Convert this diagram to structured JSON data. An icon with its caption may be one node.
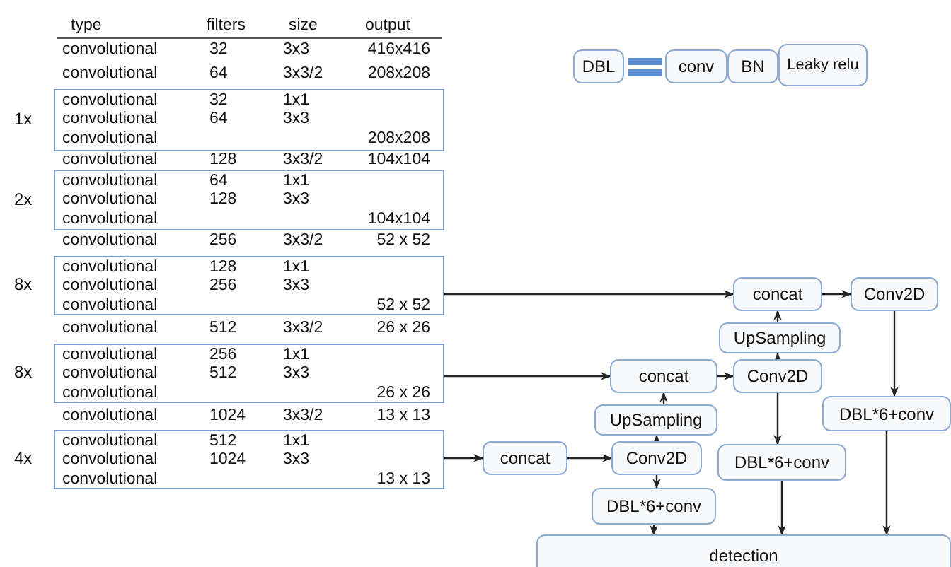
{
  "diagram": {
    "nodes": [
      {
        "text": [
          "DBL"
        ]
      },
      {
        "text": [
          "conv"
        ]
      },
      {
        "text": [
          "BN"
        ]
      },
      {
        "text": [
          "Leaky relu"
        ]
      },
      {
        "text": [
          "convolutional",
          "32",
          "1x1",
          "convolutional",
          "64",
          "3x3",
          "convolutional",
          "208x208"
        ],
        "beside": [
          "1x"
        ]
      },
      {
        "text": [
          "convolutional",
          "64",
          "1x1",
          "convolutional",
          "128",
          "3x3",
          "convolutional",
          "104x104"
        ],
        "beside": [
          "2x"
        ]
      },
      {
        "text": [
          "convolutional",
          "128",
          "1x1",
          "convolutional",
          "256",
          "3x3",
          "convolutional",
          "52 x 52"
        ],
        "beside": [
          "8x"
        ]
      },
      {
        "text": [
          "convolutional",
          "256",
          "1x1",
          "convolutional",
          "512",
          "3x3",
          "convolutional",
          "26 x 26"
        ],
        "beside": [
          "8x"
        ]
      },
      {
        "text": [
          "convolutional",
          "512",
          "1x1",
          "convolutional",
          "1024",
          "3x3",
          "convolutional",
          "13 x 13"
        ],
        "beside": [
          "4x"
        ]
      },
      {
        "text": [
          "concat"
        ]
      },
      {
        "text": [
          "Conv2D"
        ]
      },
      {
        "text": [
          "UpSampling"
        ]
      },
      {
        "text": [
          "concat"
        ]
      },
      {
        "text": [
          "Conv2D"
        ]
      },
      {
        "text": [
          "DBL*6+conv"
        ]
      },
      {
        "text": [
          "UpSampling"
        ]
      },
      {
        "text": [
          "concat"
        ]
      },
      {
        "text": [
          "Conv2D"
        ]
      },
      {
        "text": [
          "DBL*6+conv"
        ]
      },
      {
        "text": [
          "DBL*6+conv"
        ]
      },
      {
        "text": [
          "detection"
        ]
      }
    ],
    "edges": [
      {
        "from": 6,
        "to": 9,
        "arrow": "to"
      },
      {
        "from": 9,
        "to": 10,
        "arrow": "to"
      },
      {
        "from": 10,
        "to": 14,
        "arrow": "to"
      },
      {
        "from": 14,
        "to": 20,
        "arrow": "to"
      },
      {
        "from": 7,
        "to": 12,
        "arrow": "to"
      },
      {
        "from": 12,
        "to": 13,
        "arrow": "to"
      },
      {
        "from": 13,
        "to": 11,
        "arrow": "to"
      },
      {
        "from": 11,
        "to": 9,
        "arrow": "to"
      },
      {
        "from": 13,
        "to": 18,
        "arrow": "to"
      },
      {
        "from": 18,
        "to": 20,
        "arrow": "to"
      },
      {
        "from": 8,
        "to": 16,
        "arrow": "to"
      },
      {
        "from": 16,
        "to": 17,
        "arrow": "to"
      },
      {
        "from": 17,
        "to": 15,
        "arrow": "to"
      },
      {
        "from": 15,
        "to": 12,
        "arrow": "to"
      },
      {
        "from": 17,
        "to": 19,
        "arrow": "to"
      },
      {
        "from": 19,
        "to": 20,
        "arrow": "to"
      }
    ],
    "labels": [
      "type",
      "filters",
      "size",
      "output",
      "convolutional",
      "32",
      "3x3",
      "416x416",
      "convolutional",
      "64",
      "3x3/2",
      "208x208",
      "convolutional",
      "128",
      "3x3/2",
      "104x104",
      "convolutional",
      "256",
      "3x3/2",
      "52 x 52",
      "convolutional",
      "512",
      "3x3/2",
      "26 x 26",
      "convolutional",
      "1024",
      "3x3/2",
      "13 x 13"
    ]
  }
}
